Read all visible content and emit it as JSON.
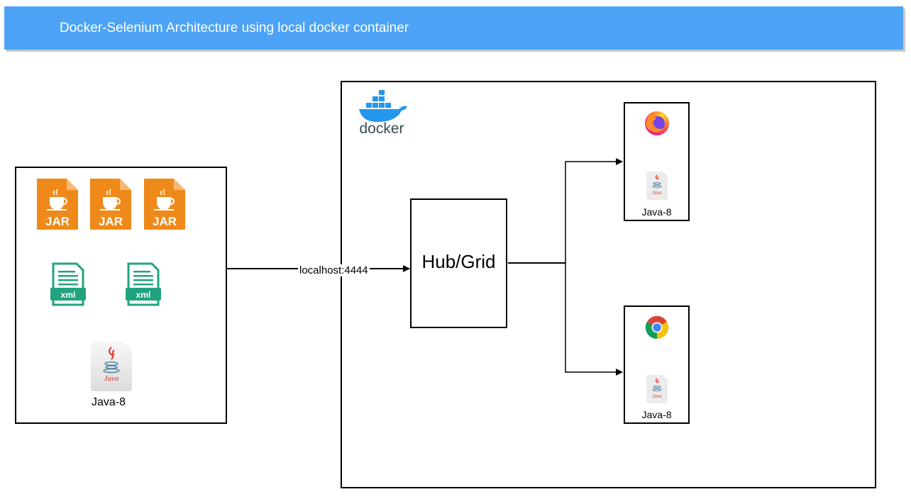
{
  "header": {
    "title": "Docker-Selenium Architecture using local docker container"
  },
  "client": {
    "jar_files": [
      {
        "label": "JAR",
        "icon": "jar-file-icon"
      },
      {
        "label": "JAR",
        "icon": "jar-file-icon"
      },
      {
        "label": "JAR",
        "icon": "jar-file-icon"
      }
    ],
    "xml_files": [
      {
        "label": "xml",
        "icon": "xml-file-icon"
      },
      {
        "label": "xml",
        "icon": "xml-file-icon"
      }
    ],
    "java_label": "Java-8",
    "java_icon_text": "Java"
  },
  "connection": {
    "label": "localhost:4444"
  },
  "docker": {
    "logo_text": "docker",
    "hub_label": "Hub/Grid",
    "nodes": [
      {
        "browser_icon": "firefox-icon",
        "java_label": "Java-8",
        "java_icon_text": "Java"
      },
      {
        "browser_icon": "chrome-icon",
        "java_label": "Java-8",
        "java_icon_text": "Java"
      }
    ]
  },
  "colors": {
    "header": "#4da3f5",
    "jar": "#ef8a1a",
    "xml": "#22a37f",
    "docker": "#2496ed",
    "java_red": "#e3312d",
    "java_blue": "#5382a1"
  }
}
